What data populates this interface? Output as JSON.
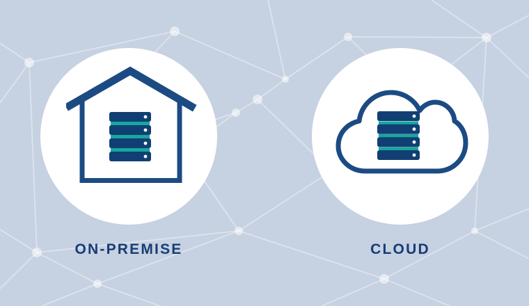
{
  "title": "On-premise vs Cloud infographic",
  "panels": [
    {
      "id": "on-premise",
      "label": "ON-PREMISE",
      "icon": "house-with-server-icon",
      "server_slabs": 4
    },
    {
      "id": "cloud",
      "label": "CLOUD",
      "icon": "cloud-with-server-icon",
      "server_slabs": 4
    }
  ],
  "colors": {
    "bg": "#c6d1e1",
    "navy": "#1c4b84",
    "slab": "#123f73",
    "teal": "#17a89e",
    "text": "#163d76",
    "circle": "#ffffff"
  }
}
